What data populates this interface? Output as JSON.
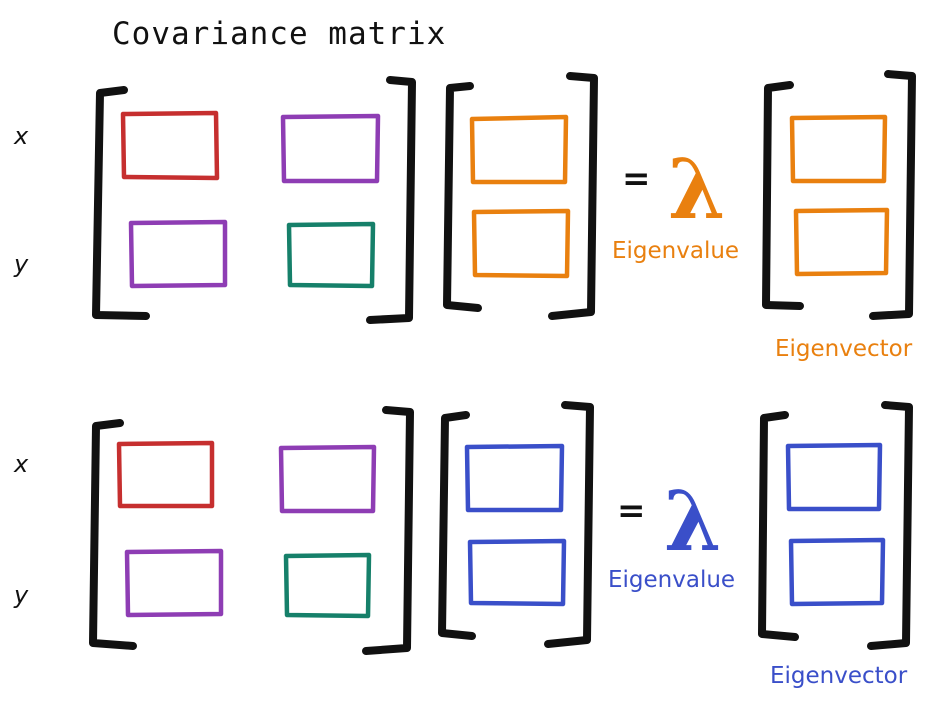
{
  "title": "Covariance matrix",
  "colors": {
    "ink": "#111111",
    "red": "#c62f2f",
    "purple": "#8e3db4",
    "green": "#16806a",
    "orange": "#e9800f",
    "blue": "#3a4fc9"
  },
  "equations": [
    {
      "row_labels": [
        "x",
        "y"
      ],
      "equals": "=",
      "lambda": "λ",
      "eigenvalue_label": "Eigenvalue",
      "eigenvector_label": "Eigenvector",
      "covariance_cell_colors": [
        "red",
        "purple",
        "purple",
        "green"
      ],
      "vector_color": "orange"
    },
    {
      "row_labels": [
        "x",
        "y"
      ],
      "equals": "=",
      "lambda": "λ",
      "eigenvalue_label": "Eigenvalue",
      "eigenvector_label": "Eigenvector",
      "covariance_cell_colors": [
        "red",
        "purple",
        "purple",
        "green"
      ],
      "vector_color": "blue"
    }
  ]
}
